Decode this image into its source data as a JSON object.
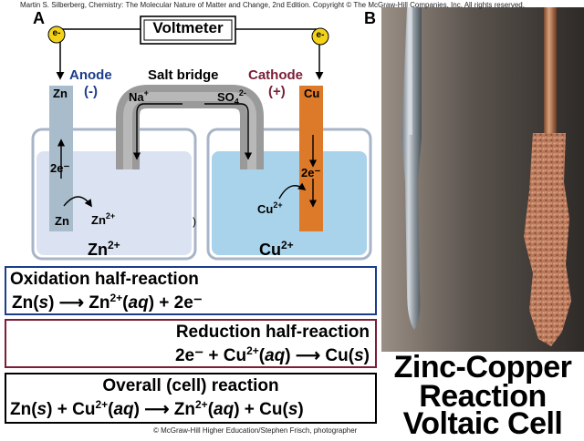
{
  "credit_top": "Martin S. Silberberg, Chemistry: The Molecular Nature of Matter and Change, 2nd Edition. Copyright © The McGraw-Hill Companies, Inc. All rights reserved.",
  "panel_a": {
    "letter": "A",
    "voltmeter": "Voltmeter",
    "electron_badge": "e-",
    "anode_label": "Anode",
    "anode_sign": "(-)",
    "cathode_label": "Cathode",
    "cathode_sign": "(+)",
    "salt_bridge": "Salt bridge",
    "na_ion": "Na",
    "so4_ion": "SO",
    "so4_sub": "4",
    "so4_sup": "2-",
    "zn_electrode": "Zn",
    "cu_electrode": "Cu",
    "anode_electrons": "2e⁻",
    "anode_atom": "Zn",
    "anode_ion": "Zn",
    "ion_charge": "2+",
    "cathode_electrons": "2e⁻",
    "cathode_ion": "Cu",
    "anode_solution": "Zn",
    "cathode_solution": "Cu",
    "stray_mark": ")",
    "colors": {
      "electron_badge_fill": "#f2d21a",
      "anode_electrode": "#a9bccb",
      "cathode_electrode": "#dc7a2a",
      "salt_bridge": "#9a9a9a",
      "anode_solution": "#dbe3f2",
      "cathode_solution": "#a9d3ea",
      "anode_text": "#1c3d8c",
      "cathode_text": "#7a1f36"
    }
  },
  "reactions": {
    "oxidation": {
      "title": "Oxidation half-reaction",
      "equation": {
        "p1": "Zn(",
        "s": "s",
        "p2": ") ",
        "arrow": "⟶",
        "p3": " Zn",
        "charge": "2+",
        "p4": "(",
        "aq": "aq",
        "p5": ")  +  2e⁻"
      },
      "border": "#1c3d8c"
    },
    "reduction": {
      "title": "Reduction half-reaction",
      "equation": {
        "p1": "2e⁻ + Cu",
        "charge": "2+",
        "p2": "(",
        "aq": "aq",
        "p3": ") ",
        "arrow": "⟶",
        "p4": " Cu(",
        "s": "s",
        "p5": ")"
      },
      "border": "#7a1f36"
    },
    "overall": {
      "title": "Overall (cell) reaction",
      "equation": {
        "p1": "Zn(",
        "s": "s",
        "p2": ") + Cu",
        "c1": "2+",
        "p3": "(",
        "aq1": "aq",
        "p4": ") ",
        "arrow": "⟶",
        "p5": " Zn",
        "c2": "2+",
        "p6": "(",
        "aq2": "aq",
        "p7": ") + Cu(",
        "s2": "s",
        "p8": ")"
      },
      "border": "#000000"
    }
  },
  "panel_b": {
    "letter": "B",
    "title_line1": "Zinc-Copper",
    "title_line2": "Reaction",
    "title_line3": "Voltaic Cell"
  },
  "credit_bottom": "© McGraw-Hill Higher Education/Stephen Frisch, photographer"
}
